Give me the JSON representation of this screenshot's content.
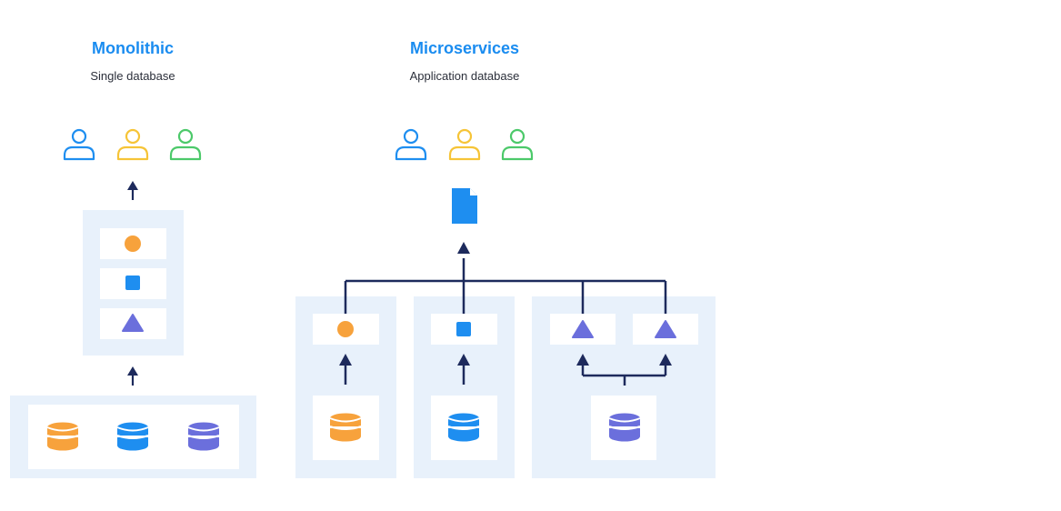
{
  "monolithic": {
    "title": "Monolithic",
    "subtitle": "Single database"
  },
  "microservices": {
    "title": "Microservices",
    "subtitle": "Application database"
  },
  "colors": {
    "blue": "#1e8ef0",
    "yellow": "#f6c437",
    "green": "#4cc96a",
    "orange": "#f7a23c",
    "purple": "#6b6fdc",
    "navy": "#1d2a5c",
    "panel": "#e8f1fb"
  },
  "icons": [
    "user-icon",
    "database-icon",
    "document-icon",
    "circle-icon",
    "square-icon",
    "triangle-icon",
    "arrow-up-icon"
  ]
}
